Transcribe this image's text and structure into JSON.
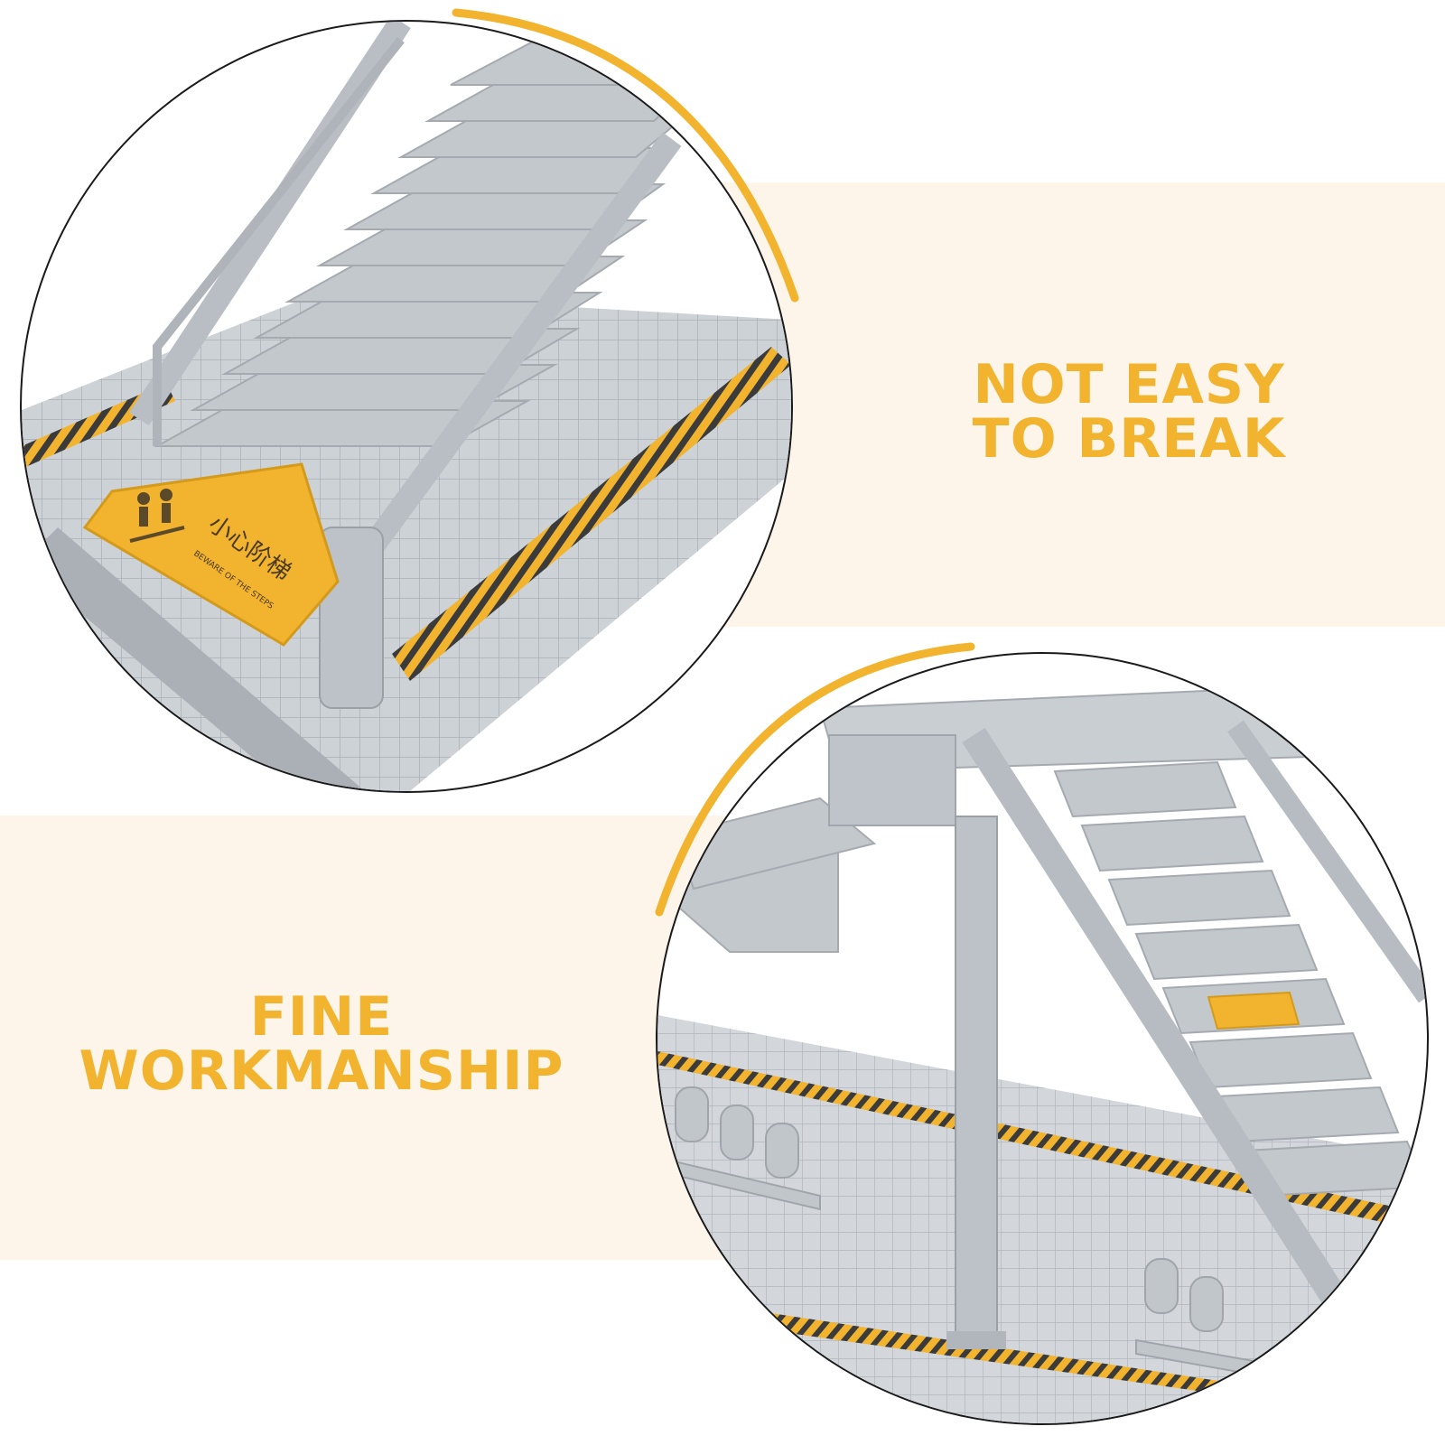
{
  "panel_top": {
    "caption_lines": [
      "NOT EASY",
      "TO BREAK"
    ],
    "sign": {
      "chinese_text": "小心阶梯",
      "english_text": "BEWARE OF THE STEPS"
    }
  },
  "panel_bottom": {
    "caption_lines": [
      "FINE",
      "WORKMANSHIP"
    ]
  },
  "colors": {
    "accent_yellow": "#f2b32e",
    "band_cream": "#fdf5ea",
    "model_gray": "#c9ced3",
    "outline": "#1a1a1a"
  },
  "icons": [
    "pedestrian-stairs-icon"
  ]
}
